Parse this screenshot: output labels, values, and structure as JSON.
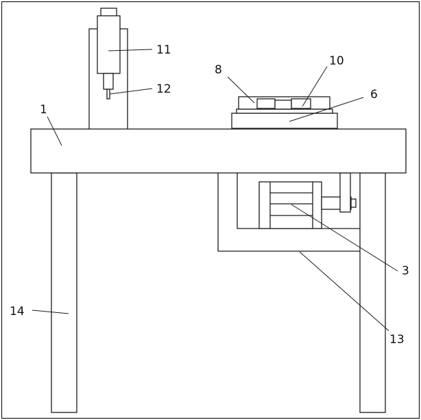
{
  "callouts": {
    "label_1": "1",
    "label_3": "3",
    "label_6": "6",
    "label_8": "8",
    "label_10": "10",
    "label_11": "11",
    "label_12": "12",
    "label_13": "13",
    "label_14": "14"
  },
  "colors": {
    "line": "#1a1a1a",
    "background": "#ffffff"
  }
}
